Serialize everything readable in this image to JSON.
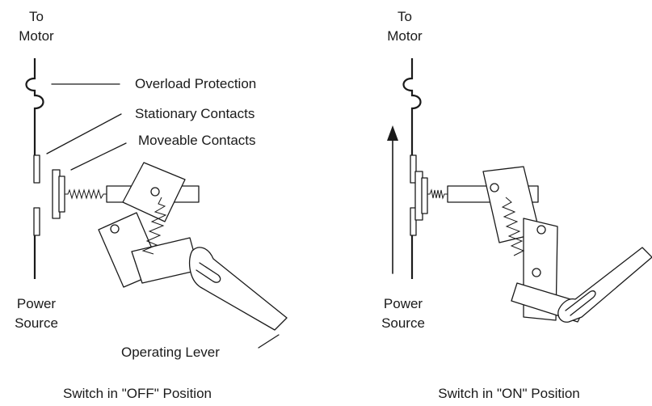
{
  "left_panel": {
    "top_label_line1": "To",
    "top_label_line2": "Motor",
    "bottom_label_line1": "Power",
    "bottom_label_line2": "Source",
    "callout_overload": "Overload Protection",
    "callout_stationary": "Stationary Contacts",
    "callout_moveable": "Moveable Contacts",
    "callout_lever": "Operating Lever",
    "caption": "Switch in \"OFF\" Position"
  },
  "right_panel": {
    "top_label_line1": "To",
    "top_label_line2": "Motor",
    "bottom_label_line1": "Power",
    "bottom_label_line2": "Source",
    "caption": "Switch in \"ON\" Position"
  }
}
